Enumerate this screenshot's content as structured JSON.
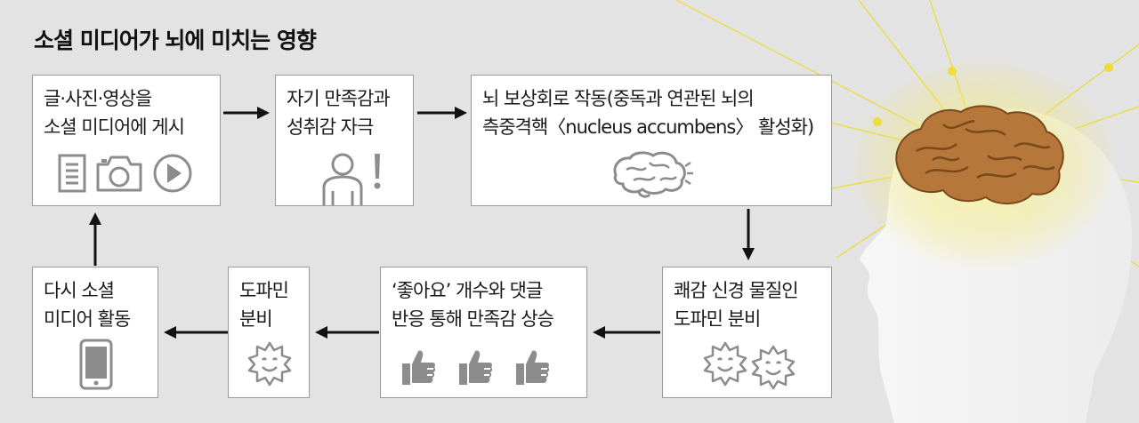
{
  "title": "소셜 미디어가 뇌에 미치는 영향",
  "colors": {
    "background": "#e3e3e3",
    "box_fill": "#ffffff",
    "box_border": "#9a9a9a",
    "icon_gray": "#8c8c8c",
    "arrow": "#111111",
    "brain": "#b5773a",
    "glow": "#f3e24a"
  },
  "steps": [
    {
      "id": "post",
      "lines": [
        "글·사진·영상을",
        "소셜 미디어에 게시"
      ],
      "icons": [
        "document-icon",
        "camera-icon",
        "play-icon"
      ]
    },
    {
      "id": "satisfaction",
      "lines": [
        "자기 만족감과",
        "성취감 자극"
      ],
      "icons": [
        "person-icon",
        "exclamation-icon"
      ]
    },
    {
      "id": "reward",
      "lines": [
        "뇌 보상회로 작동(중독과 연관된 뇌의",
        "측중격핵〈nucleus accumbens〉 활성화)"
      ],
      "icons": [
        "brain-icon"
      ]
    },
    {
      "id": "pleasure",
      "lines": [
        "쾌감 신경 물질인",
        "도파민 분비"
      ],
      "icons": [
        "happy-sun-icon",
        "happy-sun-icon"
      ]
    },
    {
      "id": "likes",
      "lines": [
        "‘좋아요’ 개수와 댓글",
        "반응 통해 만족감 상승"
      ],
      "icons": [
        "thumbs-up-icon",
        "thumbs-up-icon",
        "thumbs-up-icon"
      ]
    },
    {
      "id": "dopamine",
      "lines": [
        "도파민",
        "분비"
      ],
      "icons": [
        "happy-sun-icon"
      ]
    },
    {
      "id": "repeat",
      "lines": [
        "다시 소셜",
        "미디어 활동"
      ],
      "icons": [
        "smartphone-icon"
      ]
    }
  ]
}
